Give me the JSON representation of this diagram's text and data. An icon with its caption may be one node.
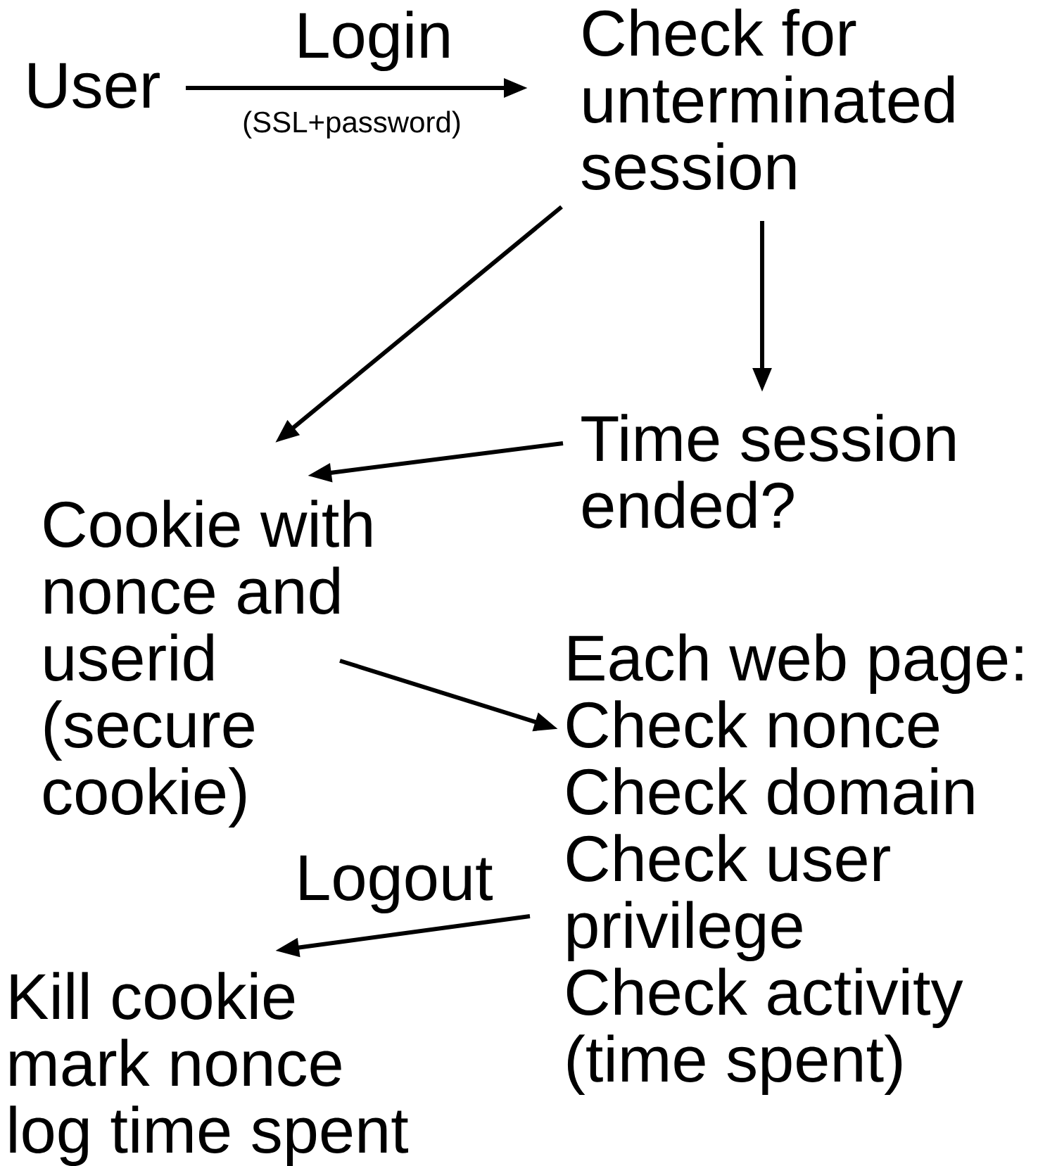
{
  "diagram": {
    "nodes": [
      {
        "text": [
          "User"
        ]
      },
      {
        "text": [
          "Check for unterminated session"
        ]
      },
      {
        "text": [
          "Time session ended?"
        ]
      },
      {
        "text": [
          "Cookie with nonce and userid (secure cookie)"
        ]
      },
      {
        "text": [
          "Each web page:",
          "Check nonce",
          "Check domain",
          "Check user privilege",
          "Check activity (time spent)"
        ]
      },
      {
        "text": [
          "Kill cookie",
          "mark nonce",
          "log time spent"
        ]
      }
    ],
    "edges": [
      {
        "from": 0,
        "to": 1,
        "arrow": "to",
        "label": "Login"
      },
      {
        "from": 1,
        "to": 3,
        "arrow": "to"
      },
      {
        "from": 1,
        "to": 2,
        "arrow": "to"
      },
      {
        "from": 2,
        "to": 3,
        "arrow": "to"
      },
      {
        "from": 3,
        "to": 4,
        "arrow": "to"
      },
      {
        "from": 4,
        "to": 5,
        "arrow": "to",
        "label": "Logout"
      }
    ],
    "labels": [
      "(SSL+password)"
    ]
  }
}
